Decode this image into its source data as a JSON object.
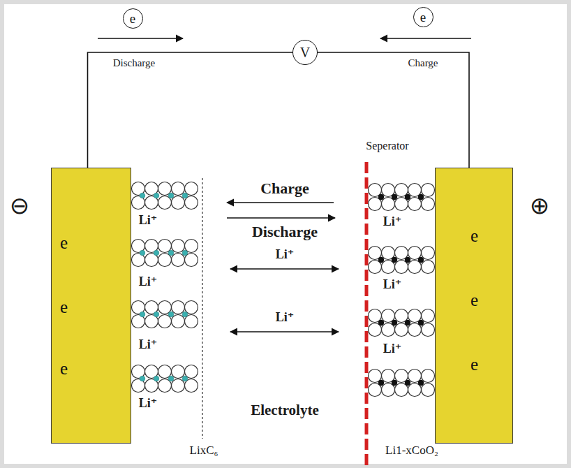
{
  "diagram": {
    "nodes": [
      {
        "text": [
          "e"
        ]
      },
      {
        "text": [
          "V"
        ]
      },
      {
        "text": [
          "e"
        ]
      },
      {
        "text": [
          "e",
          "e",
          "e"
        ]
      },
      {
        "text": [
          "e",
          "e",
          "e"
        ]
      }
    ],
    "edges": [
      {
        "from": 3,
        "to": 1,
        "arrow": "none"
      },
      {
        "from": 1,
        "to": 4,
        "arrow": "none"
      }
    ],
    "labels": [
      "Discharge",
      "Charge",
      "⊖",
      "⊕",
      "Seperator",
      "Charge",
      "Discharge",
      "Li⁺",
      "Li⁺",
      "Li⁺",
      "Li⁺",
      "Li⁺",
      "Li⁺",
      "Li⁺",
      "Li⁺",
      "Li⁺",
      "Electrolyte",
      "LixC₆",
      "Li1-xCoO₂"
    ]
  }
}
